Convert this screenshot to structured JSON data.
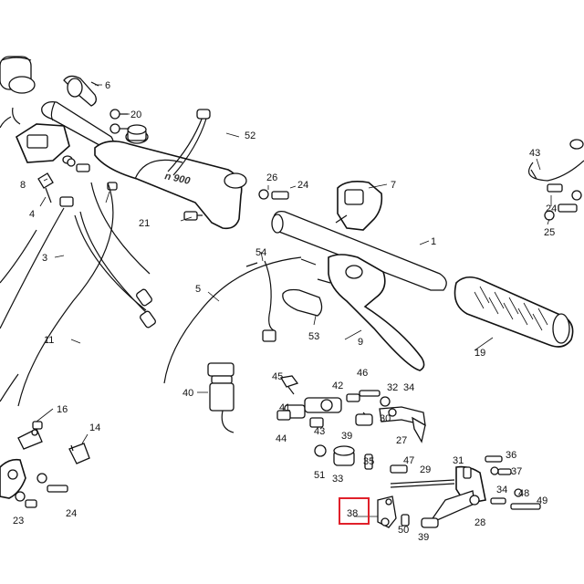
{
  "diagram": {
    "callouts": [
      "1",
      "3",
      "4",
      "5",
      "6",
      "7",
      "8",
      "9",
      "11",
      "14",
      "16",
      "19",
      "20",
      "21",
      "23",
      "24",
      "25",
      "26",
      "27",
      "28",
      "29",
      "30",
      "31",
      "32",
      "33",
      "34",
      "35",
      "36",
      "37",
      "38",
      "39",
      "40",
      "41",
      "42",
      "43",
      "44",
      "45",
      "46",
      "47",
      "48",
      "49",
      "50",
      "51",
      "52",
      "53",
      "54"
    ],
    "secondary_callouts": {
      "c24b": "24",
      "c24c": "24",
      "c34b": "34",
      "c39b": "39"
    },
    "highlight": {
      "label": "38",
      "color": "#e0202a"
    }
  }
}
